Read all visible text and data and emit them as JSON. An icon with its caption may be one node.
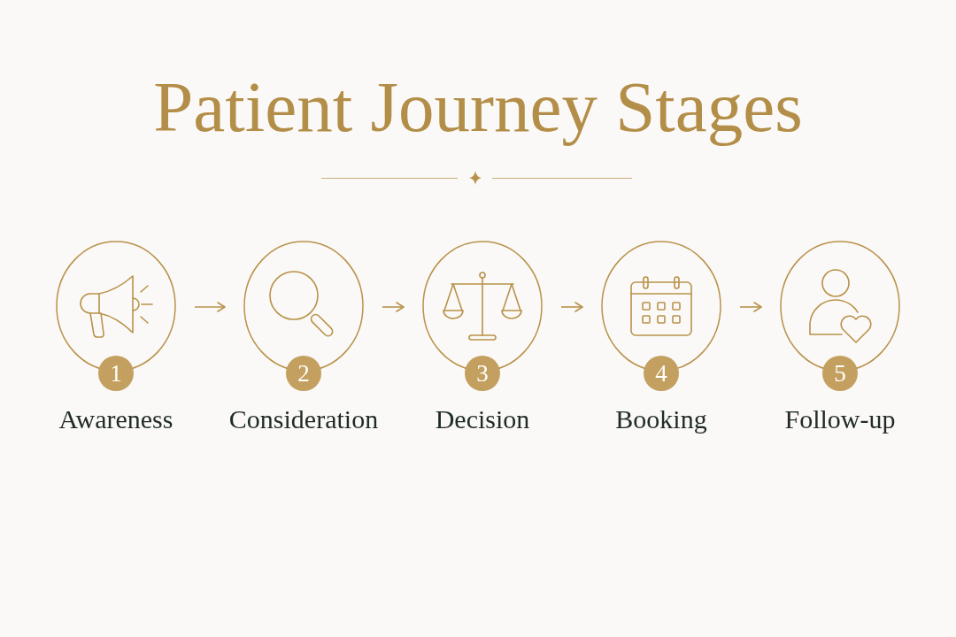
{
  "diagram": {
    "title": "Patient Journey Stages",
    "nodes": [
      {
        "text": [
          "1",
          "Awareness"
        ]
      },
      {
        "text": [
          "2",
          "Consideration"
        ]
      },
      {
        "text": [
          "3",
          "Decision"
        ]
      },
      {
        "text": [
          "4",
          "Booking"
        ]
      },
      {
        "text": [
          "5",
          "Follow-up"
        ]
      }
    ],
    "edges": [
      {
        "from": 0,
        "to": 1,
        "arrow": "to"
      },
      {
        "from": 1,
        "to": 2,
        "arrow": "to"
      },
      {
        "from": 2,
        "to": 3,
        "arrow": "to"
      },
      {
        "from": 3,
        "to": 4,
        "arrow": "to"
      }
    ]
  }
}
